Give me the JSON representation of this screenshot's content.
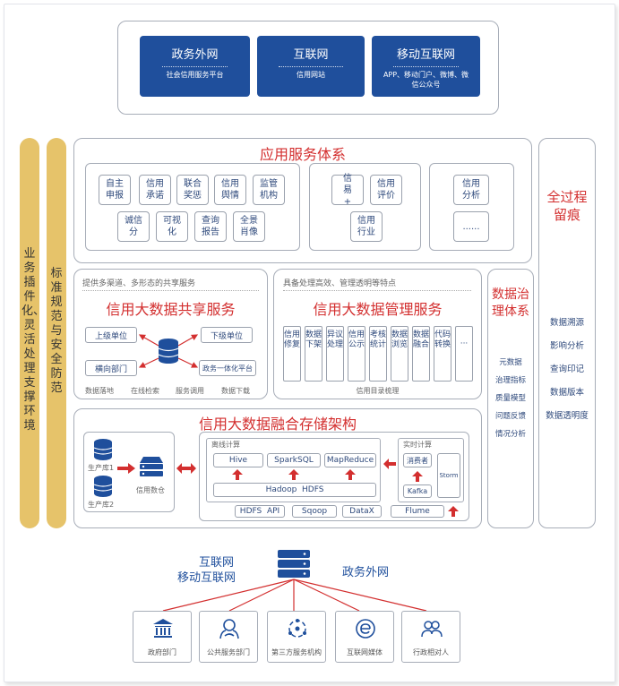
{
  "colors": {
    "accent_blue": "#1f4f9c",
    "title_red": "#d32f2f",
    "side_gold": "#e6c36a",
    "border_gray": "#a7adb8"
  },
  "top": {
    "networks": [
      {
        "title": "政务外网",
        "subtitle": "社会信用服务平台"
      },
      {
        "title": "互联网",
        "subtitle": "信用网站"
      },
      {
        "title": "移动互联网",
        "subtitle": "APP、移动门户、微博、微信公众号"
      }
    ]
  },
  "left_bars": {
    "outer": "业务插件化、灵活处理支撑环境",
    "inner": "标准规范与安全防范"
  },
  "app_services": {
    "title": "应用服务体系",
    "group1": [
      "自主申报",
      "信用承诺",
      "联合奖惩",
      "信用舆情",
      "监管机构",
      "诚信分",
      "可视化",
      "查询报告",
      "全景肖像"
    ],
    "group2": [
      "信易+",
      "信用评价",
      "信用行业"
    ],
    "group3": [
      "信用分析",
      "......"
    ]
  },
  "sharing": {
    "caption": "提供多渠道、多形态的共享服务",
    "title": "信用大数据共享服务",
    "nodes": {
      "upper": "上级单位",
      "lower": "下级单位",
      "lateral": "横向部门",
      "gov_platform": "政务一体化平台"
    },
    "footer": [
      "数据落地",
      "在线检索",
      "服务调用",
      "数据下载"
    ]
  },
  "management": {
    "caption": "具备处理高效、管理透明等特点",
    "title": "信用大数据管理服务",
    "cells": [
      "信用修复",
      "数据下架",
      "异议处理",
      "信用公示",
      "考核统计",
      "数据浏览",
      "数据融合",
      "代码转换",
      "···"
    ],
    "footer": "信用目录梳理"
  },
  "storage": {
    "title": "信用大数据融合存储架构",
    "db1": "生产库1",
    "db2": "生产库2",
    "warehouse": "信用数仓",
    "offline": {
      "label": "离线计算",
      "tools": [
        "Hive",
        "SparkSQL",
        "MapReduce"
      ],
      "base": "Hadoop  HDFS"
    },
    "realtime": {
      "label": "实时计算",
      "consumer": "消费者",
      "kafka": "Kafka",
      "storm": "Storm"
    },
    "connectors": [
      "HDFS  API",
      "Sqoop",
      "DataX",
      "Flume"
    ]
  },
  "governance": {
    "title": "数据治理体系",
    "items": [
      "元数据",
      "治理指标",
      "质量模型",
      "问题反馈",
      "情况分析"
    ]
  },
  "trace": {
    "title": "全过程留痕",
    "items": [
      "数据溯源",
      "影响分析",
      "查询印记",
      "数据版本",
      "数据透明度"
    ]
  },
  "bottom": {
    "left_label_1": "互联网",
    "left_label_2": "移动互联网",
    "right_label": "政务外网",
    "sources": [
      {
        "label": "政府部门",
        "icon": "government-building-icon"
      },
      {
        "label": "公共服务部门",
        "icon": "public-service-icon"
      },
      {
        "label": "第三方服务机构",
        "icon": "third-party-icon"
      },
      {
        "label": "互联网媒体",
        "icon": "internet-media-icon"
      },
      {
        "label": "行政相对人",
        "icon": "people-icon"
      }
    ]
  }
}
